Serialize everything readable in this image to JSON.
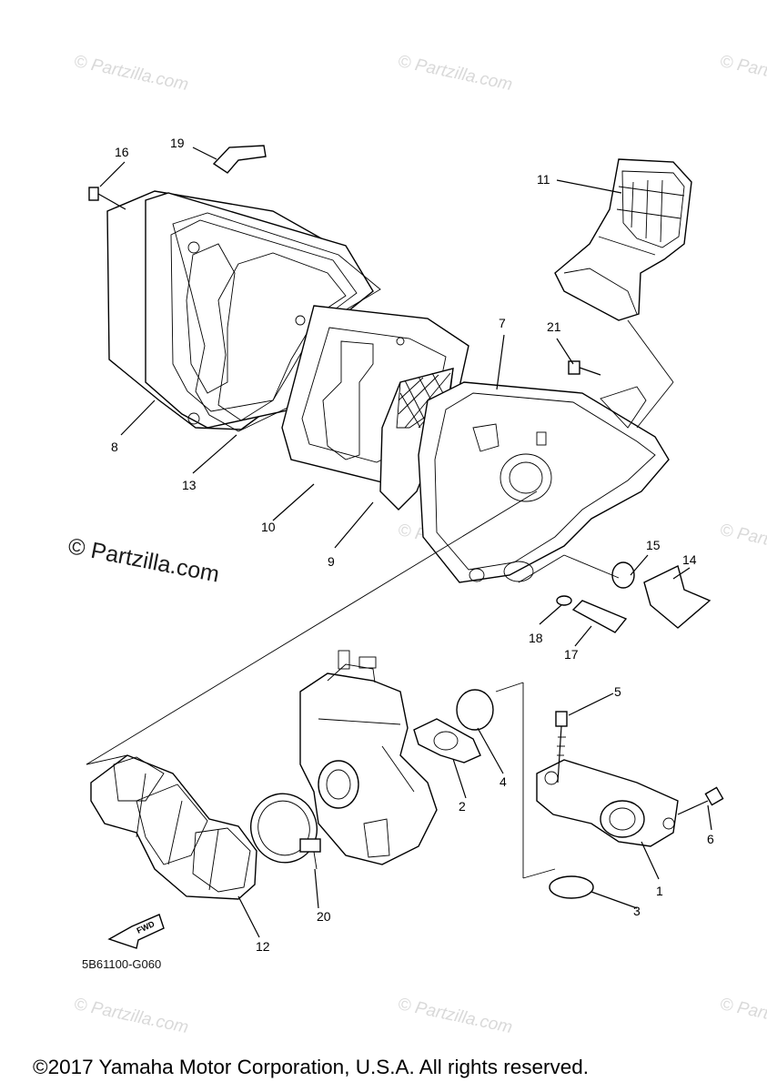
{
  "watermark": {
    "small_text": "© Partzilla.com",
    "large_text": "© Partzilla.com"
  },
  "diagram_code": "5B61100-G060",
  "copyright": "©2017 Yamaha Motor Corporation, U.S.A. All rights reserved.",
  "fwd_label": "FWD",
  "callouts": {
    "p1": "1",
    "p2": "2",
    "p3": "3",
    "p4": "4",
    "p5": "5",
    "p6": "6",
    "p7": "7",
    "p8": "8",
    "p9": "9",
    "p10": "10",
    "p11": "11",
    "p12": "12",
    "p13": "13",
    "p14": "14",
    "p15": "15",
    "p16": "16",
    "p17": "17",
    "p18": "18",
    "p19": "19",
    "p20": "20",
    "p21": "21"
  },
  "colors": {
    "line": "#000000",
    "watermark": "#d9d9d9",
    "background": "#ffffff"
  }
}
